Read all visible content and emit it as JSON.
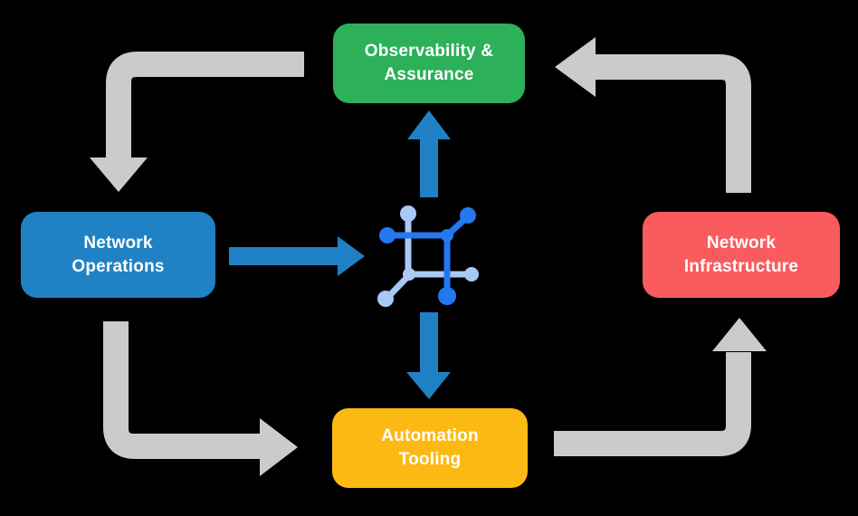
{
  "colors": {
    "bg": "#000000",
    "green": "#2CB05A",
    "blue": "#2082C4",
    "red": "#FA5B5E",
    "yellow": "#FCB914",
    "gray": "#CBCBCB",
    "arrow-blue": "#1F81C4",
    "icon-dark": "#2478F0",
    "icon-light": "#A8C9F5",
    "label": "#FFFFFF"
  },
  "nodes": [
    {
      "id": "observability-assurance",
      "label": "Observability & Assurance",
      "color": "#2CB05A"
    },
    {
      "id": "network-operations",
      "label": "Network Operations",
      "color": "#2082C4"
    },
    {
      "id": "network-infrastructure",
      "label": "Network Infrastructure",
      "color": "#FA5B5E"
    },
    {
      "id": "automation-tooling",
      "label": "Automation Tooling",
      "color": "#FCB914"
    }
  ],
  "center_icon": {
    "name": "network-automation-icon",
    "dark_color": "#2478F0",
    "light_color": "#A8C9F5"
  },
  "edges": [
    {
      "from": "observability-assurance",
      "to": "network-operations",
      "style": "gray-elbow",
      "head": "down"
    },
    {
      "from": "network-operations",
      "to": "automation-tooling",
      "style": "gray-elbow",
      "head": "right"
    },
    {
      "from": "automation-tooling",
      "to": "network-infrastructure",
      "style": "gray-elbow",
      "head": "up"
    },
    {
      "from": "network-infrastructure",
      "to": "observability-assurance",
      "style": "gray-elbow",
      "head": "left"
    },
    {
      "from": "network-operations",
      "to": "center-icon",
      "style": "blue-straight",
      "head": "right"
    },
    {
      "from": "center-icon",
      "to": "observability-assurance",
      "style": "blue-straight",
      "head": "up"
    },
    {
      "from": "center-icon",
      "to": "automation-tooling",
      "style": "blue-straight",
      "head": "down"
    }
  ]
}
